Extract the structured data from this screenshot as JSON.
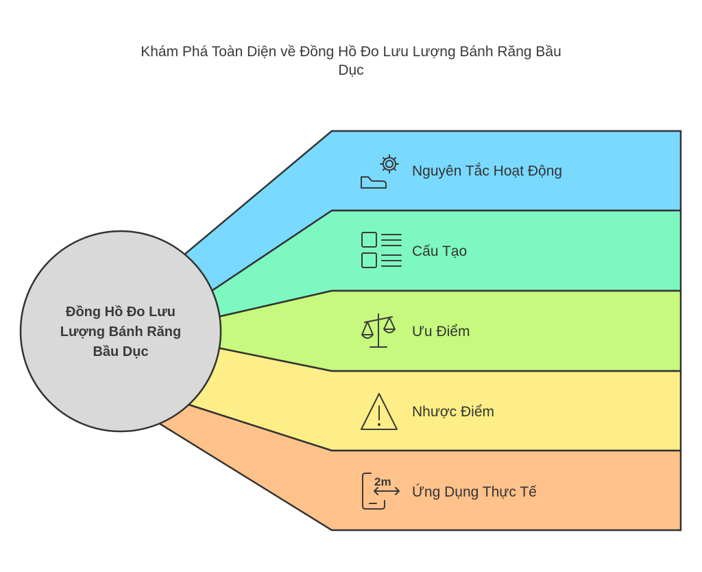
{
  "title": {
    "line1": "Khám Phá Toàn Diện về Đồng Hồ Đo Lưu Lượng Bánh Răng Bầu",
    "line2": "Dục"
  },
  "center": {
    "line1": "Đồng Hồ Đo Lưu",
    "line2": "Lượng Bánh Răng",
    "line3": "Bầu Dục",
    "color": "#d9d9d9"
  },
  "branches": [
    {
      "label": "Nguyên Tắc Hoạt Động",
      "icon": "gear-hand-icon",
      "color": "#79d9fe"
    },
    {
      "label": "Cấu Tạo",
      "icon": "list-icon",
      "color": "#7ef8c1"
    },
    {
      "label": "Ưu Điểm",
      "icon": "balance-scale-icon",
      "color": "#c6f97d"
    },
    {
      "label": "Nhược Điểm",
      "icon": "warning-icon",
      "color": "#fdee87"
    },
    {
      "label": "Ứng Dụng Thực Tế",
      "icon": "mobile-distance-icon",
      "color": "#fec28a"
    }
  ]
}
